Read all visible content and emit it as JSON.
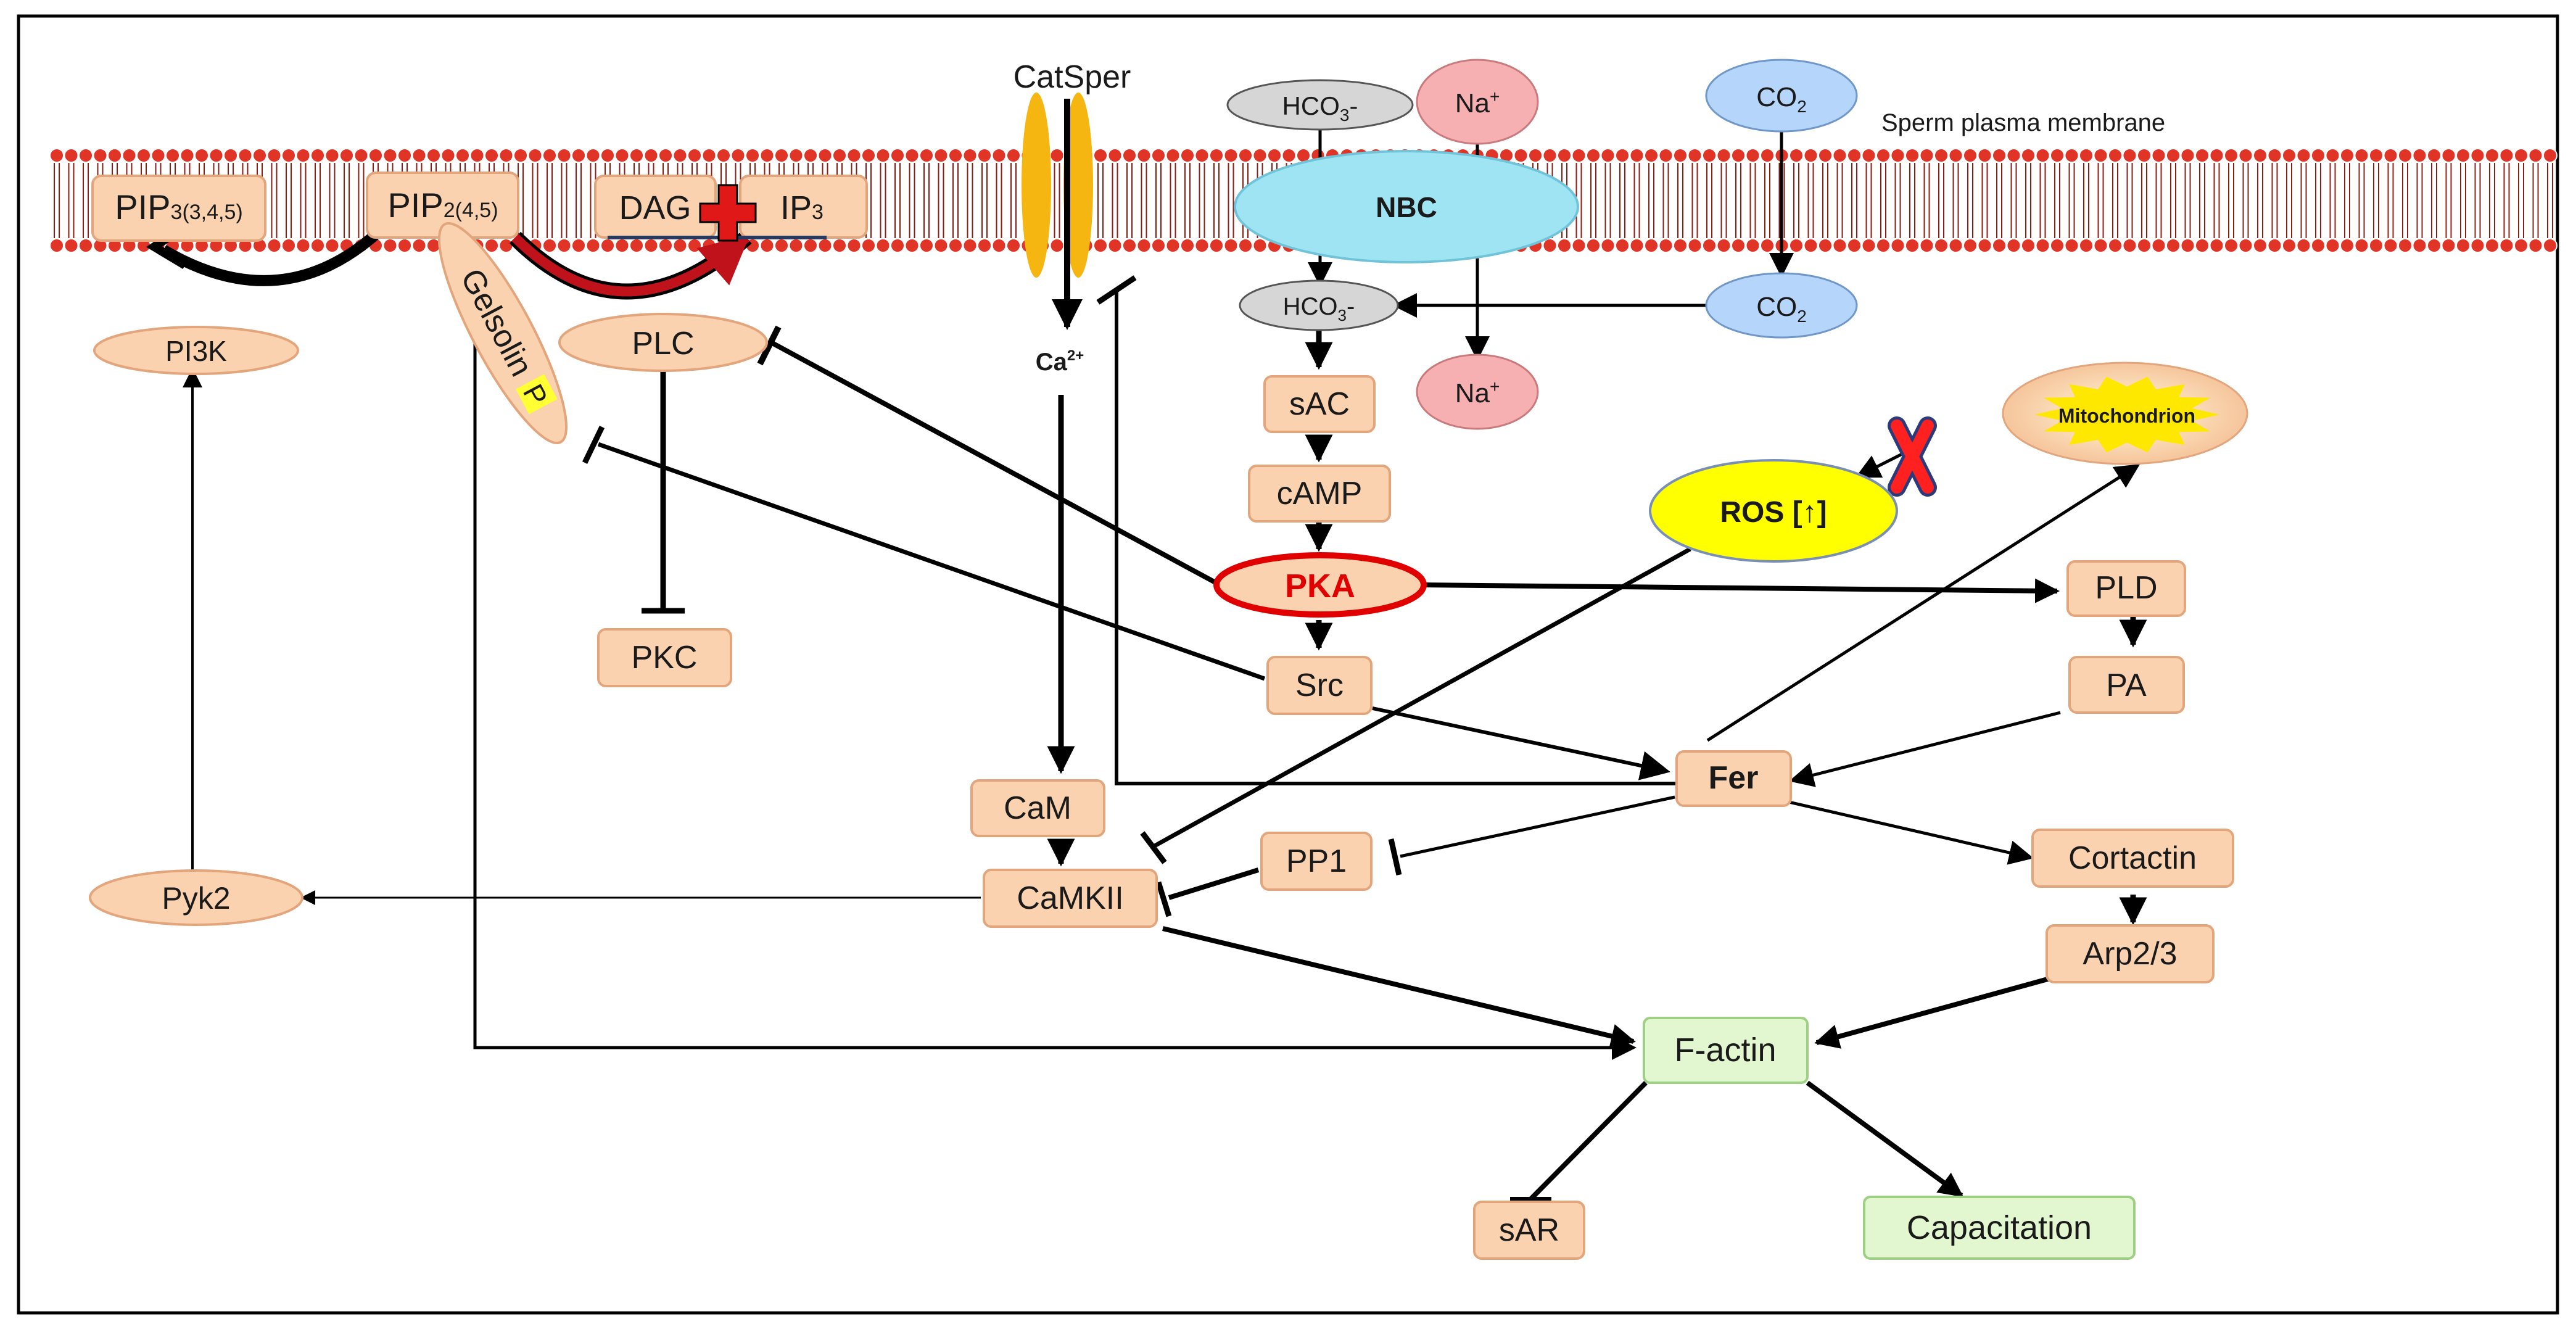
{
  "membrane": {
    "label": "Sperm plasma membrane"
  },
  "channel": {
    "label": "CatSper",
    "ion_base": "Ca",
    "ion_sup": "2+"
  },
  "nodes": {
    "pip3": {
      "base": "PIP",
      "sub": "3(3,4,5)"
    },
    "pip2": {
      "base": "PIP",
      "sub": "2(4,5)"
    },
    "dag": {
      "label": "DAG"
    },
    "ip3": {
      "base": "IP",
      "sub": "3"
    },
    "pi3k": {
      "label": "PI3K"
    },
    "plc": {
      "label": "PLC"
    },
    "gelsolin": {
      "label": "Gelsolin",
      "badge": "P"
    },
    "pkc": {
      "label": "PKC"
    },
    "nbc": {
      "label": "NBC"
    },
    "hco3_out": {
      "base": "HCO",
      "sub": "3",
      "tail": "-"
    },
    "hco3_in": {
      "base": "HCO",
      "sub": "3",
      "tail": "-"
    },
    "na_out": {
      "base": "Na",
      "sup": "+"
    },
    "na_in": {
      "base": "Na",
      "sup": "+"
    },
    "co2_out": {
      "base": "CO",
      "sub": "2"
    },
    "co2_in": {
      "base": "CO",
      "sub": "2"
    },
    "sac": {
      "label": "sAC"
    },
    "camp": {
      "label": "cAMP"
    },
    "pka": {
      "label": "PKA"
    },
    "src": {
      "label": "Src"
    },
    "mito": {
      "label": "Mitochondrion"
    },
    "ros": {
      "label": "ROS [↑]"
    },
    "pld": {
      "label": "PLD"
    },
    "pa": {
      "label": "PA"
    },
    "fer": {
      "label": "Fer"
    },
    "cam": {
      "label": "CaM"
    },
    "camkii": {
      "label": "CaMKII"
    },
    "pp1": {
      "label": "PP1"
    },
    "pyk2": {
      "label": "Pyk2"
    },
    "cortactin": {
      "label": "Cortactin"
    },
    "arp23": {
      "label": "Arp2/3"
    },
    "factin": {
      "label": "F-actin"
    },
    "sar": {
      "label": "sAR"
    },
    "capacitation": {
      "label": "Capacitation"
    }
  },
  "colors": {
    "node_fill": "#fbd2b0",
    "node_stroke": "#e2a57c",
    "green_fill": "#e2f7cf",
    "green_stroke": "#9fcf84",
    "membrane_head": "#e03426",
    "nbc_fill": "#9fe4f2",
    "gray_ion": "#d6d6d6",
    "red_ion": "#f6b0b2",
    "blue_ion": "#b6d5fb",
    "ros_fill": "#ffff00",
    "mito_fill": "#ffe800",
    "catsper": "#f6b612",
    "pka_outline": "#e00000"
  }
}
